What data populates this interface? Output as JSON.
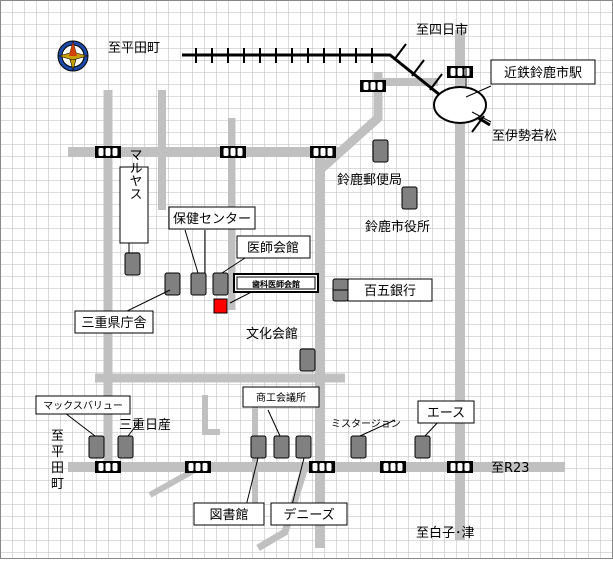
{
  "compass_icon": "compass-rose-icon",
  "directions": {
    "hirata_top": "至平田町",
    "yokkaichi": "至四日市",
    "ise_wakamatsu": "至伊勢若松",
    "hirata_left": [
      "至",
      "平",
      "田",
      "町"
    ],
    "r23": "至R23",
    "shiroko_tsu": "至白子･津"
  },
  "stations": {
    "kintetsu_suzuka_shi": "近鉄鈴鹿市駅"
  },
  "places": {
    "maruyasu": "マルヤス",
    "hoken_center": "保健センター",
    "ishikai": "医師会館",
    "shikaishikai": "歯科医師会館",
    "hyakugo": "百五銀行",
    "suzuka_post": "鈴鹿郵便局",
    "suzuka_city_hall": "鈴鹿市役所",
    "mie_pref": "三重県庁舎",
    "bunka_kaikan": "文化会館",
    "max_value": "マックスバリュー",
    "mie_nissan": "三重日産",
    "shokokaigisho": "商工会議所",
    "mister_gion": "ミスタージョン",
    "ace": "エース",
    "library": "図書館",
    "dennys": "デニーズ"
  },
  "colors": {
    "grid": "#b8b8b8",
    "road": "#c0c0c0",
    "building": "#808080",
    "target": "#ff0000",
    "signal": "#ffffff",
    "rail": "#000000"
  }
}
